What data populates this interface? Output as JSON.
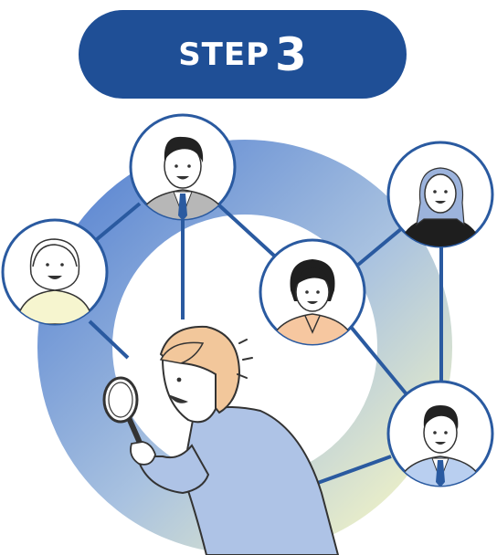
{
  "step": {
    "word": "STEP",
    "number": "3"
  },
  "colors": {
    "pill": "#1f4f96",
    "line": "#2a5aa0",
    "ring_start": "#5b86d2",
    "ring_end": "#f1f3c6"
  },
  "people": [
    {
      "id": "woman-left"
    },
    {
      "id": "man-top-suit"
    },
    {
      "id": "woman-center-bob"
    },
    {
      "id": "woman-top-right"
    },
    {
      "id": "man-bottom-right"
    }
  ],
  "main_figure": "person-with-magnifying-glass"
}
